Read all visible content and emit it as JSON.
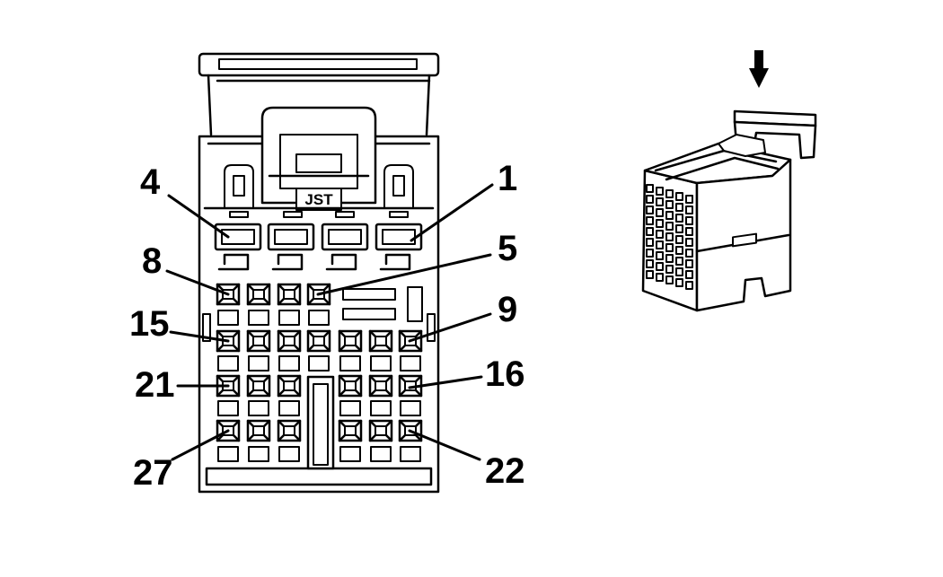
{
  "connector": {
    "brand": "JST",
    "pin_labels": [
      {
        "id": "pin-4",
        "text": "4"
      },
      {
        "id": "pin-1",
        "text": "1"
      },
      {
        "id": "pin-8",
        "text": "8"
      },
      {
        "id": "pin-5",
        "text": "5"
      },
      {
        "id": "pin-15",
        "text": "15"
      },
      {
        "id": "pin-9",
        "text": "9"
      },
      {
        "id": "pin-21",
        "text": "21"
      },
      {
        "id": "pin-16",
        "text": "16"
      },
      {
        "id": "pin-27",
        "text": "27"
      },
      {
        "id": "pin-22",
        "text": "22"
      }
    ]
  },
  "icons": {
    "direction_arrow": "down-arrow-icon"
  }
}
